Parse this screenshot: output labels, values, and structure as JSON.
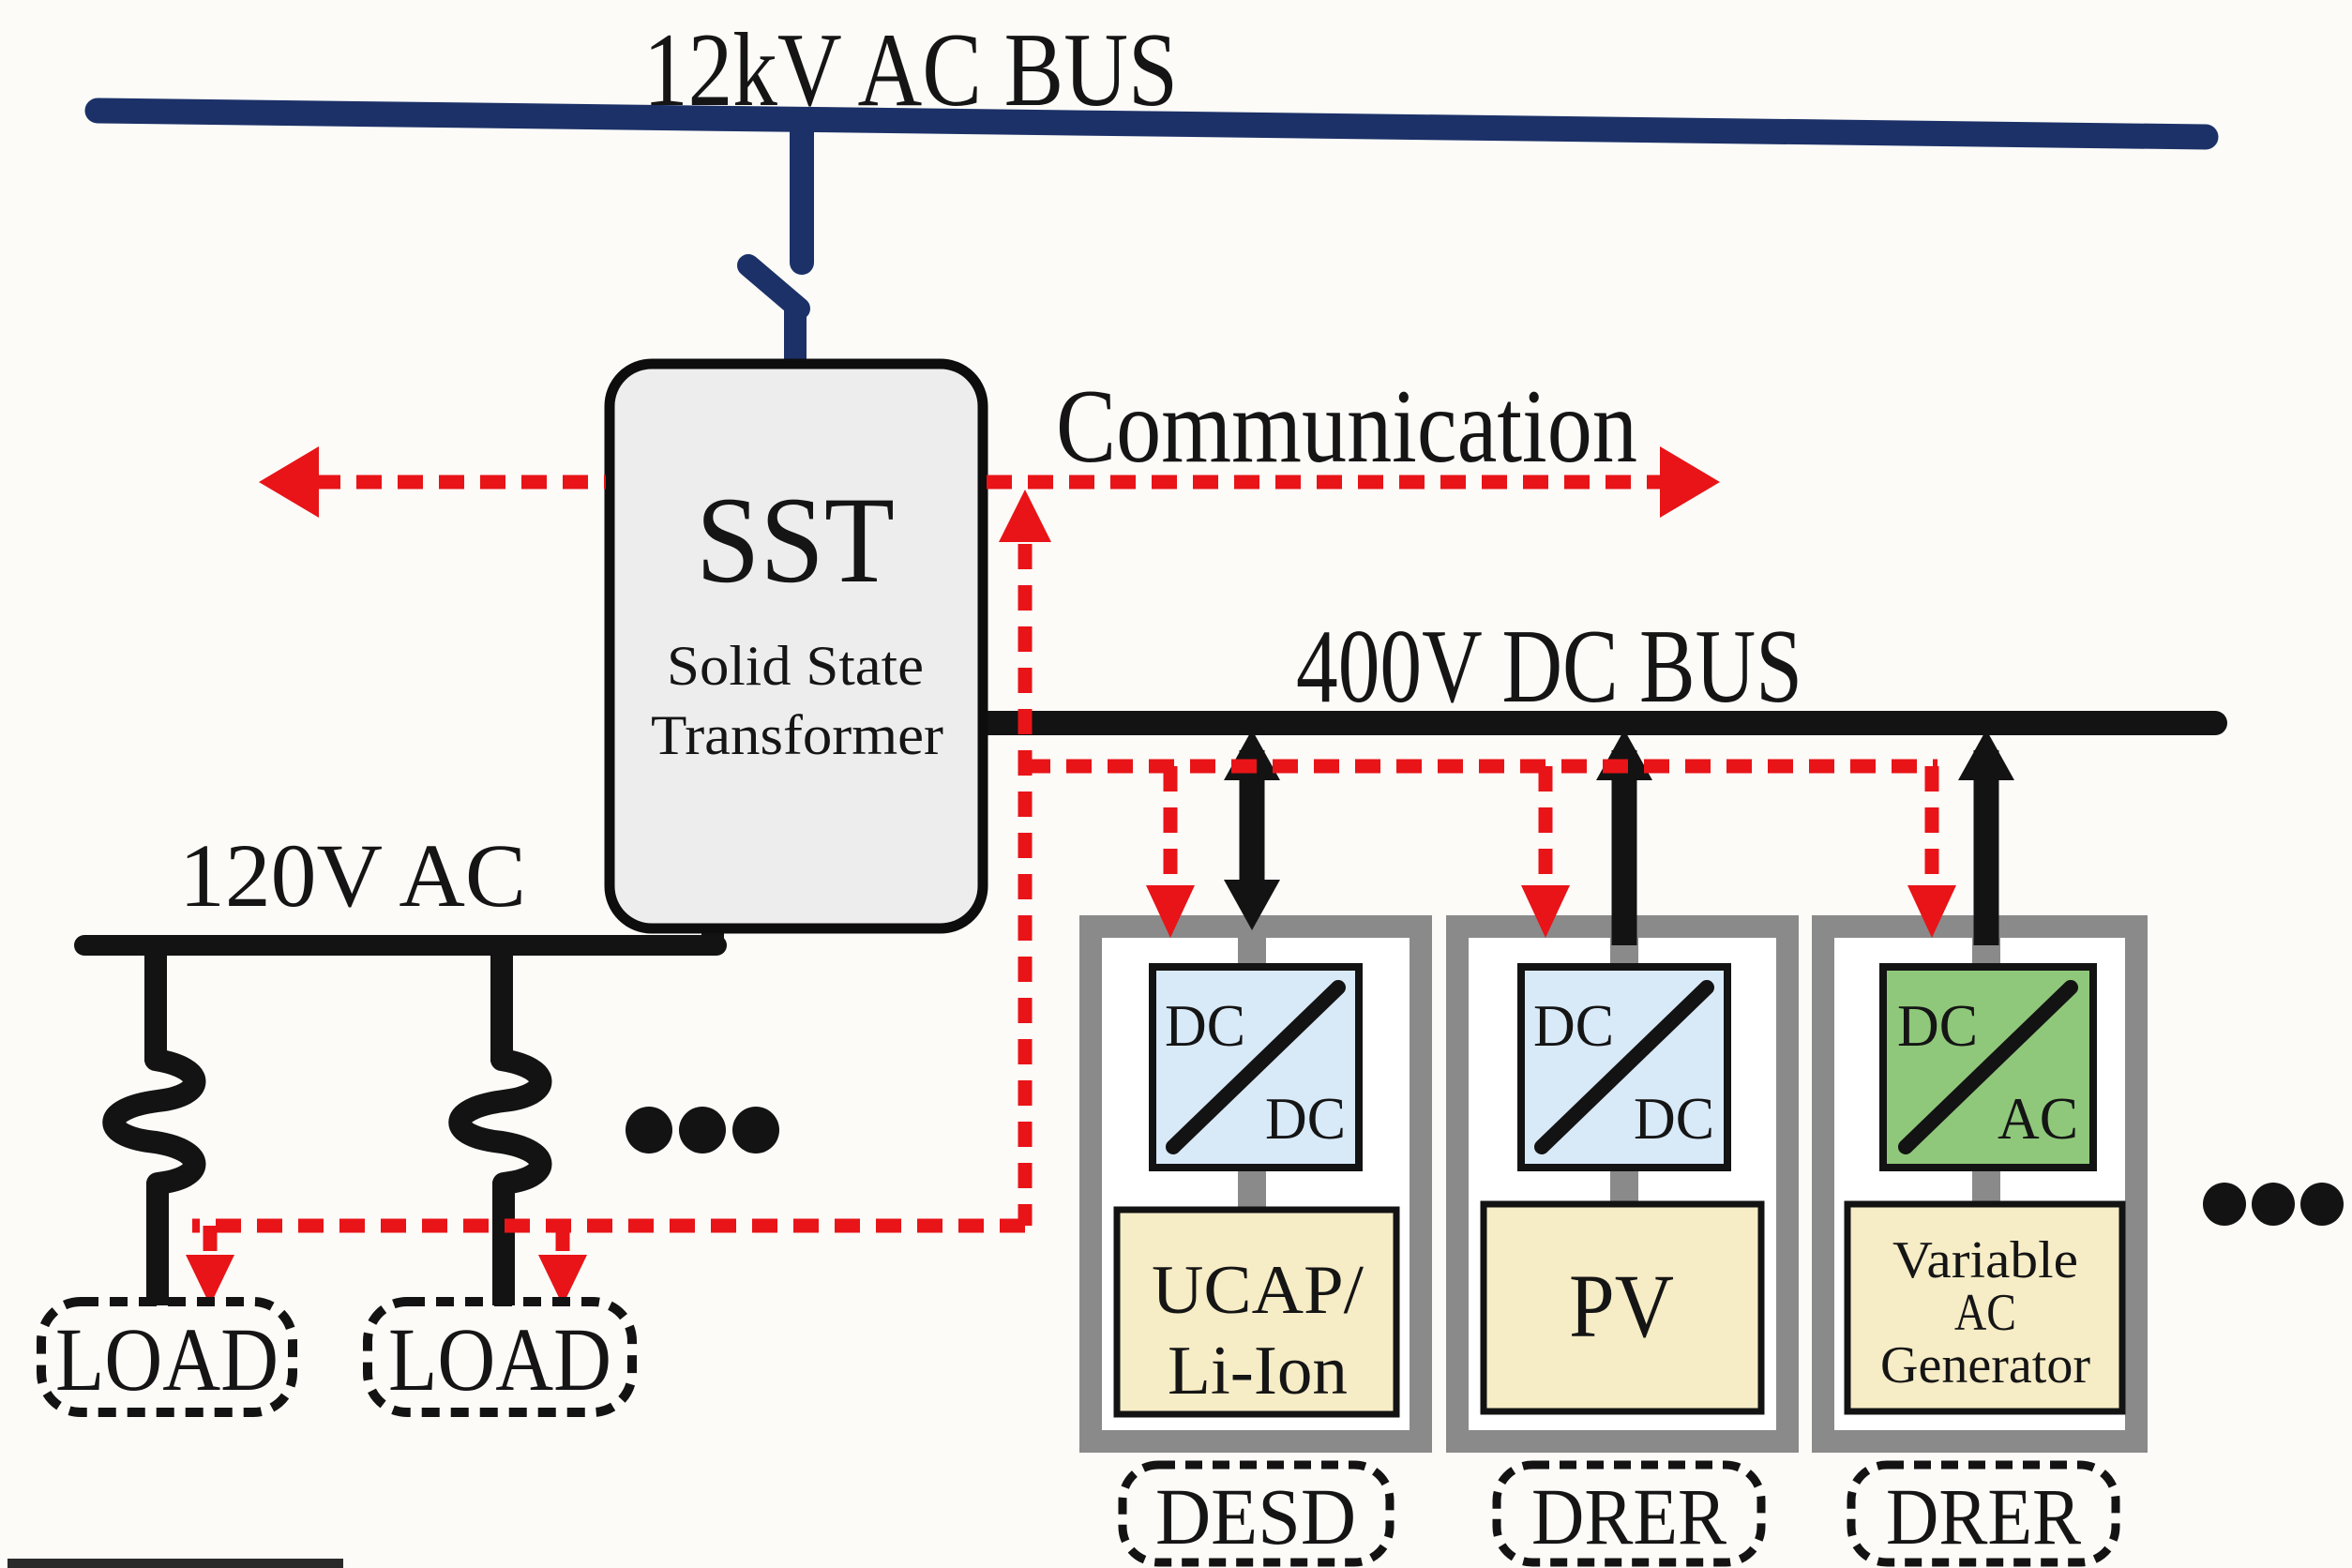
{
  "labels": {
    "kv_bus": "12kV AC BUS",
    "communication": "Communication",
    "dc_bus": "400V DC BUS",
    "lv_bus": "120V AC",
    "ellipsis_left": "...",
    "ellipsis_right": "..."
  },
  "sst": {
    "abbr": "SST",
    "line1": "Solid State",
    "line2": "Transformer"
  },
  "loads": [
    {
      "label": "LOAD"
    },
    {
      "label": "LOAD"
    }
  ],
  "modules": [
    {
      "conv_in": "DC",
      "conv_out": "DC",
      "dev": [
        "UCAP/",
        "Li-Ion"
      ],
      "tag": "DESD"
    },
    {
      "conv_in": "DC",
      "conv_out": "DC",
      "dev": [
        "PV"
      ],
      "tag": "DRER"
    },
    {
      "conv_in": "DC",
      "conv_out": "AC",
      "dev": [
        "Variable",
        "AC",
        "Generator"
      ],
      "tag": "DRER"
    }
  ],
  "colors": {
    "ac_bus_blue": "#1c3168",
    "comm_red": "#e81418",
    "line_black": "#131313",
    "module_frame_gray": "#8a8a8a",
    "converter_blue": "#d8e9f8",
    "converter_green": "#8fc87a",
    "device_cream": "#f6ecc6",
    "sst_fill": "#ededed",
    "background": "#fcfbf8"
  }
}
